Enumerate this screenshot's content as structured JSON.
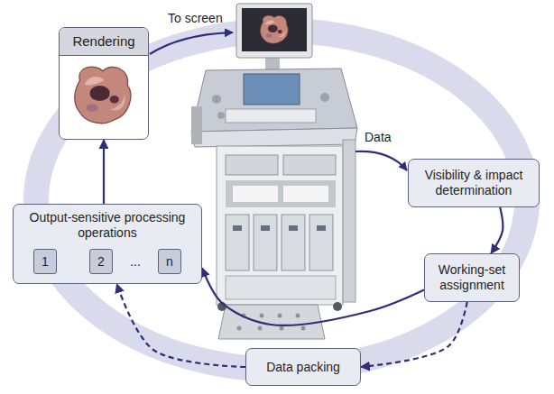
{
  "diagram": {
    "nodes": [
      {
        "text": [
          "Rendering"
        ]
      },
      {
        "text": [
          "Visibility & impact determination"
        ]
      },
      {
        "text": [
          "Output-sensitive processing operations"
        ]
      },
      {
        "text": [
          "1"
        ],
        "in": 2
      },
      {
        "text": [
          "2"
        ],
        "in": 2
      },
      {
        "text": [
          "n"
        ],
        "in": 2
      },
      {
        "text": [
          "Working-set assignment"
        ]
      },
      {
        "text": [
          "Data packing"
        ]
      }
    ],
    "edges": [
      {
        "from": 1,
        "to": 6,
        "arrow": "to"
      },
      {
        "from": 6,
        "to": 2,
        "arrow": "to"
      },
      {
        "from": 6,
        "to": 7,
        "arrow": "to"
      },
      {
        "from": 7,
        "to": 2,
        "arrow": "to"
      },
      {
        "from": 2,
        "to": 0,
        "arrow": "to"
      }
    ],
    "labels": [
      "To screen",
      "Data",
      "..."
    ]
  }
}
